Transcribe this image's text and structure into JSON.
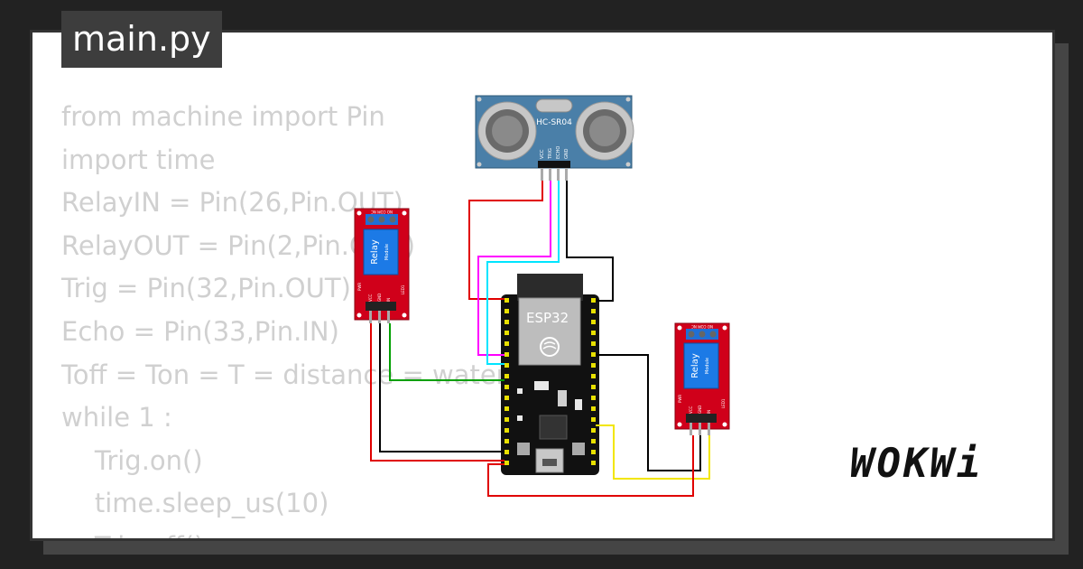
{
  "file_tab": {
    "label": "main.py"
  },
  "code_lines": [
    "from machine import Pin",
    "import time",
    "RelayIN = Pin(26,Pin.OUT)",
    "RelayOUT = Pin(2,Pin.OUT)",
    "Trig = Pin(32,Pin.OUT)",
    "Echo = Pin(33,Pin.IN)",
    "Toff = Ton = T = distance = water = 0",
    "while 1 :",
    "    Trig.on()",
    "    time.sleep_us(10)",
    "    Trig.off()"
  ],
  "components": {
    "sensor": {
      "label": "HC-SR04",
      "pins": [
        "VCC",
        "TRIG",
        "ECHO",
        "GND"
      ]
    },
    "mcu": {
      "label": "ESP32"
    },
    "relay_left": {
      "label": "Relay",
      "sublabel": "Module",
      "top_pins": "NO COM NC",
      "bottom_pins": [
        "VCC",
        "GND",
        "IN"
      ],
      "side_left": "PWR",
      "side_right": "LED1"
    },
    "relay_right": {
      "label": "Relay",
      "sublabel": "Module",
      "top_pins": "NO COM NC",
      "bottom_pins": [
        "VCC",
        "GND",
        "IN"
      ],
      "side_left": "PWR",
      "side_right": "LED1"
    }
  },
  "colors": {
    "wire_red": "#e00000",
    "wire_black": "#000000",
    "wire_magenta": "#ff00ff",
    "wire_cyan": "#00e5ff",
    "wire_green": "#00a000",
    "wire_yellow": "#f2e600",
    "relay_board": "#d0001a",
    "sensor_board": "#4a7fa8"
  },
  "brand": {
    "logo": "WOKWi"
  }
}
